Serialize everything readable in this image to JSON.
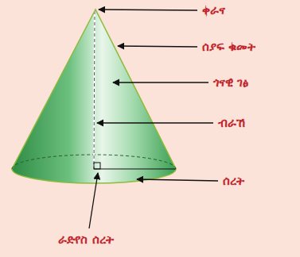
{
  "diagram": {
    "labels": [
      "ቀራና",
      "ሰያፍ ቁመት",
      "ጎናዊ ገፅ",
      "ብራኸ",
      "ሰረት",
      "ራድየስ ሰረት"
    ]
  }
}
